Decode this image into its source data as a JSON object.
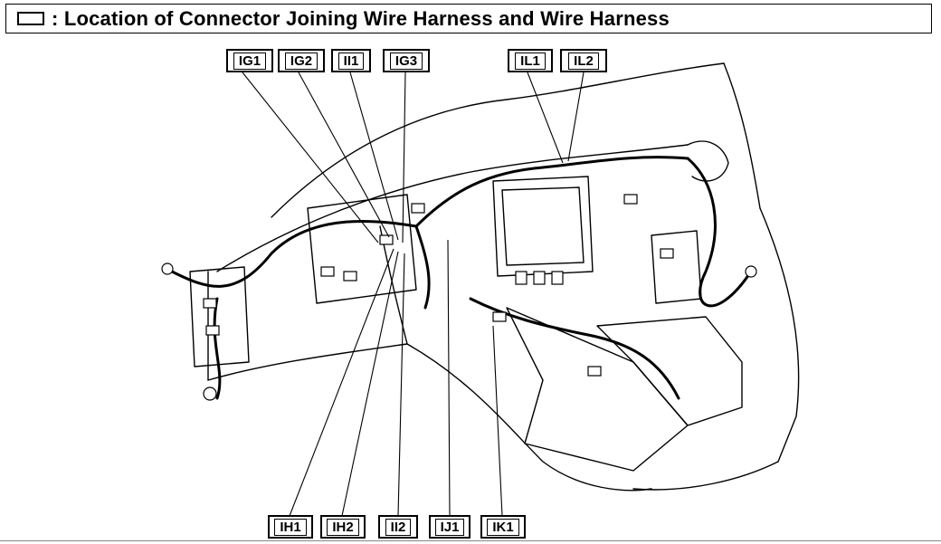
{
  "title": ": Location of Connector Joining Wire Harness and Wire Harness",
  "labels": {
    "ig1": "IG1",
    "ig2": "IG2",
    "ii1": "II1",
    "ig3": "IG3",
    "il1": "IL1",
    "il2": "IL2",
    "ih1": "IH1",
    "ih2": "IH2",
    "ii2": "II2",
    "ij1": "IJ1",
    "ik1": "IK1"
  }
}
